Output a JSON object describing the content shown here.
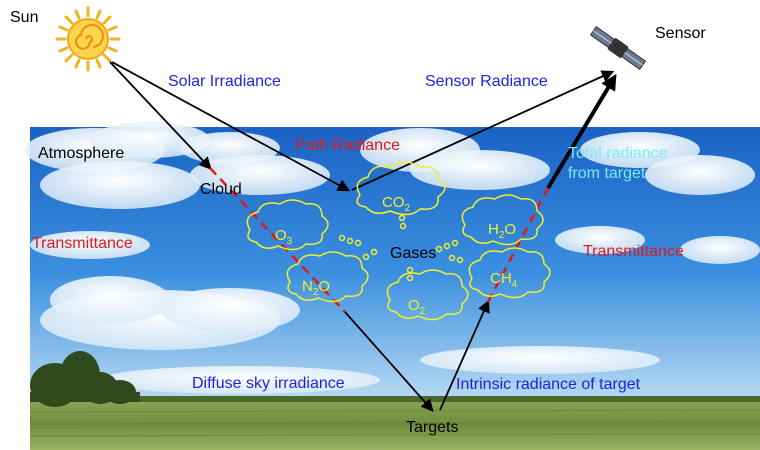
{
  "labels": {
    "sun": "Sun",
    "sensor": "Sensor",
    "solar_irradiance": "Solar Irradiance",
    "sensor_radiance": "Sensor Radiance",
    "path_radiance": "Path Radiance",
    "atmosphere": "Atmosphere",
    "cloud": "Cloud",
    "total_radiance_line1": "Total radiance",
    "total_radiance_line2": "from target",
    "transmittance_left": "Transmittance",
    "transmittance_right": "Transmittance",
    "gases": "Gases",
    "diffuse_sky": "Diffuse sky irradiance",
    "intrinsic_radiance": "Intrinsic radiance of target",
    "targets": "Targets"
  },
  "gases": {
    "co2": {
      "base": "CO",
      "sub": "2"
    },
    "o3": {
      "base": "O",
      "sub": "3"
    },
    "h2o": {
      "base": "H",
      "sub": "2",
      "tail": "O"
    },
    "n2o": {
      "base": "N",
      "sub": "2",
      "tail": "O"
    },
    "ch4": {
      "base": "CH",
      "sub": "4"
    },
    "o2": {
      "base": "O",
      "sub": "2"
    }
  },
  "colors": {
    "blue_label": "#1f23e0",
    "red_label": "#e01919",
    "cyan_label": "#79ecf5",
    "gas_outline": "#f2f02a",
    "arrow": "#000000",
    "dashed_path": "#e01919",
    "sky_top": "#1d6fd0",
    "sky_bottom": "#cfe6f5",
    "field": "#7d9a46"
  }
}
